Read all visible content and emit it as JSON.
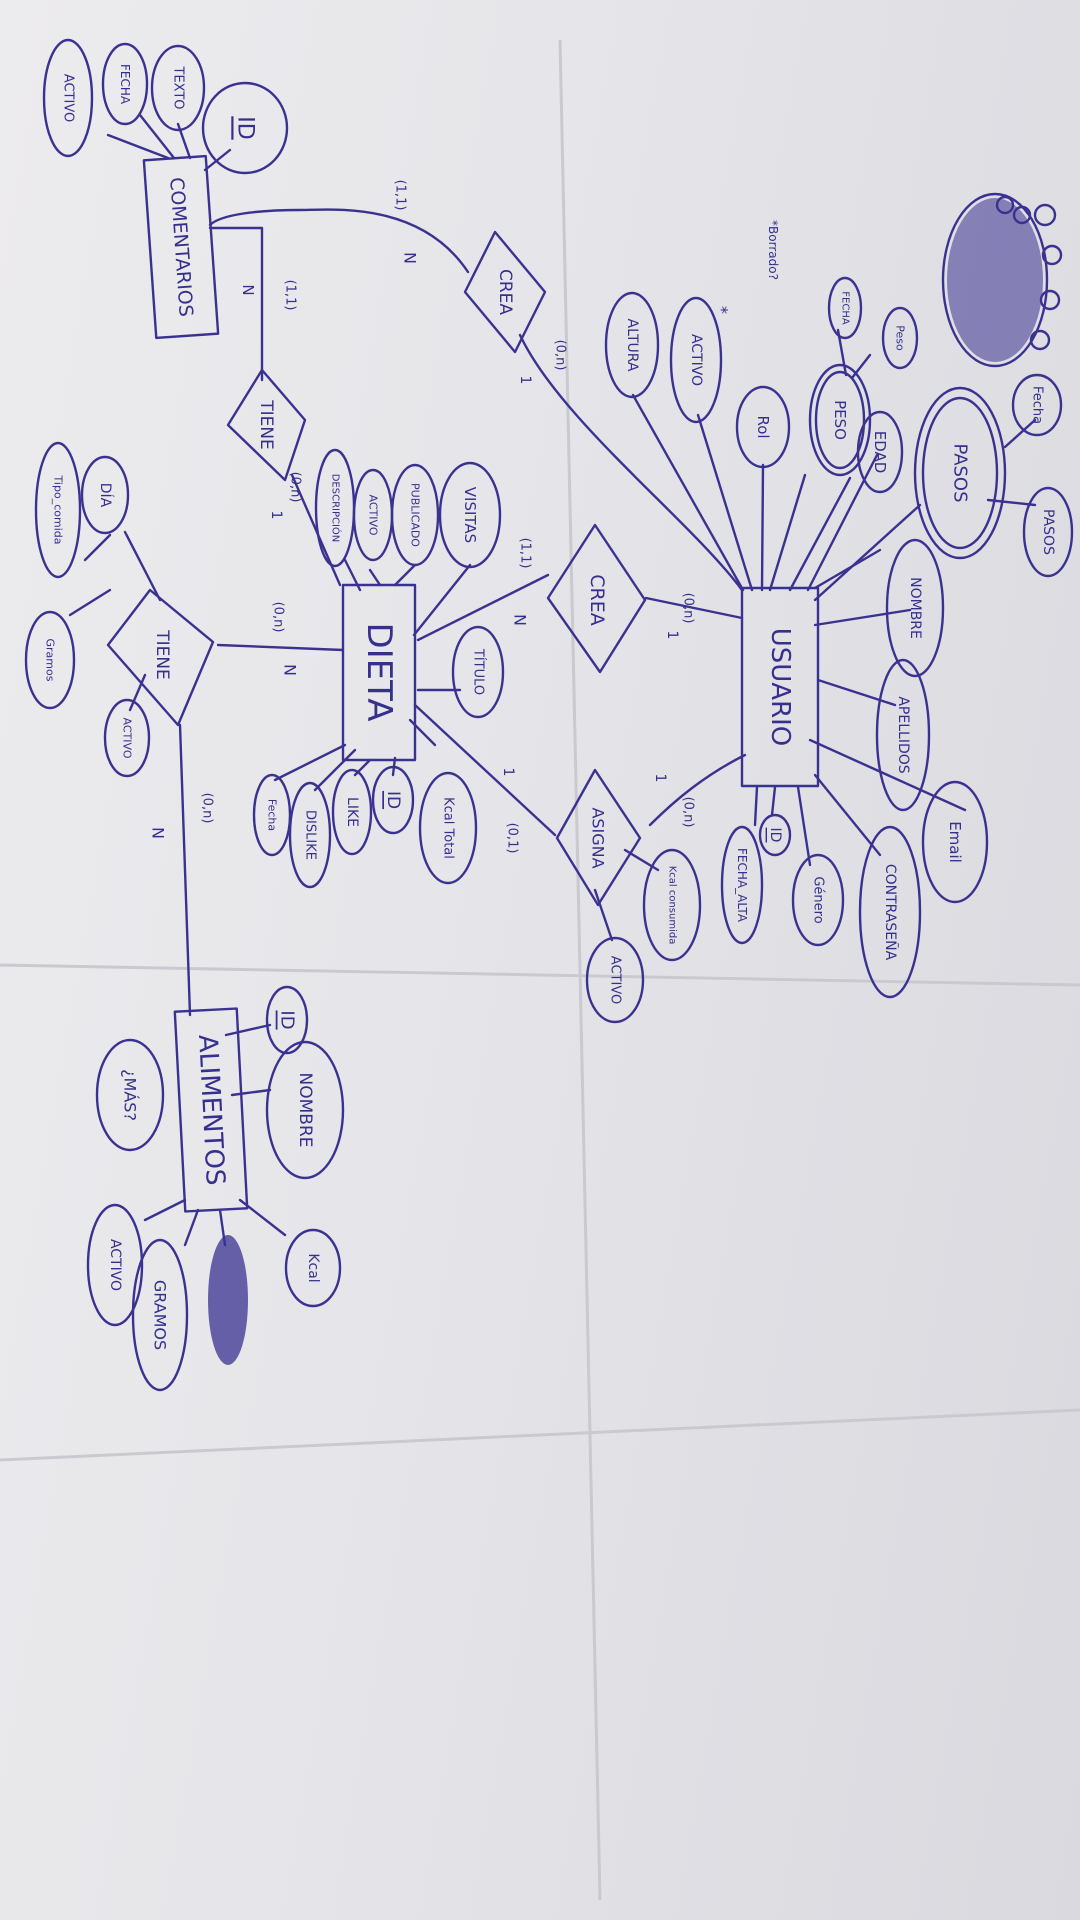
{
  "diagram": {
    "entities": {
      "usuario": "USUARIO",
      "dieta": "DIETA",
      "comentarios": "COMENTARIOS",
      "alimentos": "ALIMENTOS"
    },
    "relationships": {
      "crea_comentario": "CREA",
      "crea_dieta": "CREA",
      "tiene_comentario": "TIENE",
      "asigna": "ASIGNA",
      "tiene_alimento": "TIENE"
    },
    "attributes": {
      "usuario": [
        "NOMBRE",
        "APELLIDOS",
        "Email",
        "CONTRASEÑA",
        "Género",
        "ID",
        "FECHA_ALTA",
        "EDAD",
        "PESO",
        "Rol",
        "ACTIVO",
        "ALTURA",
        "PASOS"
      ],
      "usuario_peso": [
        "FECHA",
        "Peso"
      ],
      "usuario_pasos": [
        "Fecha",
        "PASOS"
      ],
      "dieta": [
        "VISITAS",
        "PUBLICADO",
        "ACTIVO",
        "DESCRIPCIÓN",
        "TÍTULO",
        "Kcal Total",
        "ID",
        "LIKE",
        "DISLIKE",
        "Fecha"
      ],
      "comentarios": [
        "ID",
        "TEXTO",
        "FECHA",
        "ACTIVO"
      ],
      "asigna": [
        "Kcal consumida",
        "ACTIVO"
      ],
      "tiene_alimento": [
        "DÍA",
        "Tipo_comida",
        "Gramos",
        "ACTIVO"
      ],
      "alimentos": [
        "ID",
        "NOMBRE",
        "Kcal",
        "GRAMOS",
        "ACTIVO",
        "¿MÁS?"
      ]
    },
    "cardinalities": {
      "usuario_crea_comentario": "(0,n)",
      "crea_comentario_one": "1",
      "crea_comentario_many": "N",
      "comentario_crea": "(1,1)",
      "comentario_tiene": "(1,1)",
      "tiene_comentario_many": "N",
      "tiene_comentario_dieta": "(0,n)",
      "tiene_comentario_one": "1",
      "usuario_crea_dieta": "(0,n)",
      "crea_dieta_one": "1",
      "crea_dieta_many": "N",
      "dieta_crea": "(1,1)",
      "usuario_asigna": "(0,n)",
      "asigna_one_usuario": "1",
      "asigna_one_dieta": "1",
      "dieta_asigna": "(0,1)",
      "dieta_tiene": "(0,n)",
      "tiene_dieta_many": "N",
      "alimentos_tiene": "(0,n)",
      "tiene_alimentos_many": "N"
    },
    "notes": [
      "*Borrado?",
      "*"
    ]
  },
  "colors": {
    "ink": "#3a3290",
    "paper": "#e6e6ea",
    "background": "#3f3a35"
  }
}
